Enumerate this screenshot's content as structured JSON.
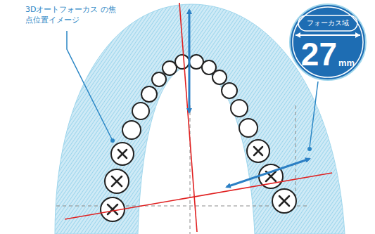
{
  "diagram": {
    "nodes": [
      {
        "text": [
          "フォーカス域",
          "27",
          "mm"
        ]
      }
    ],
    "labels": [
      "3Dオートフォーカス の焦点位置イメージ"
    ]
  }
}
